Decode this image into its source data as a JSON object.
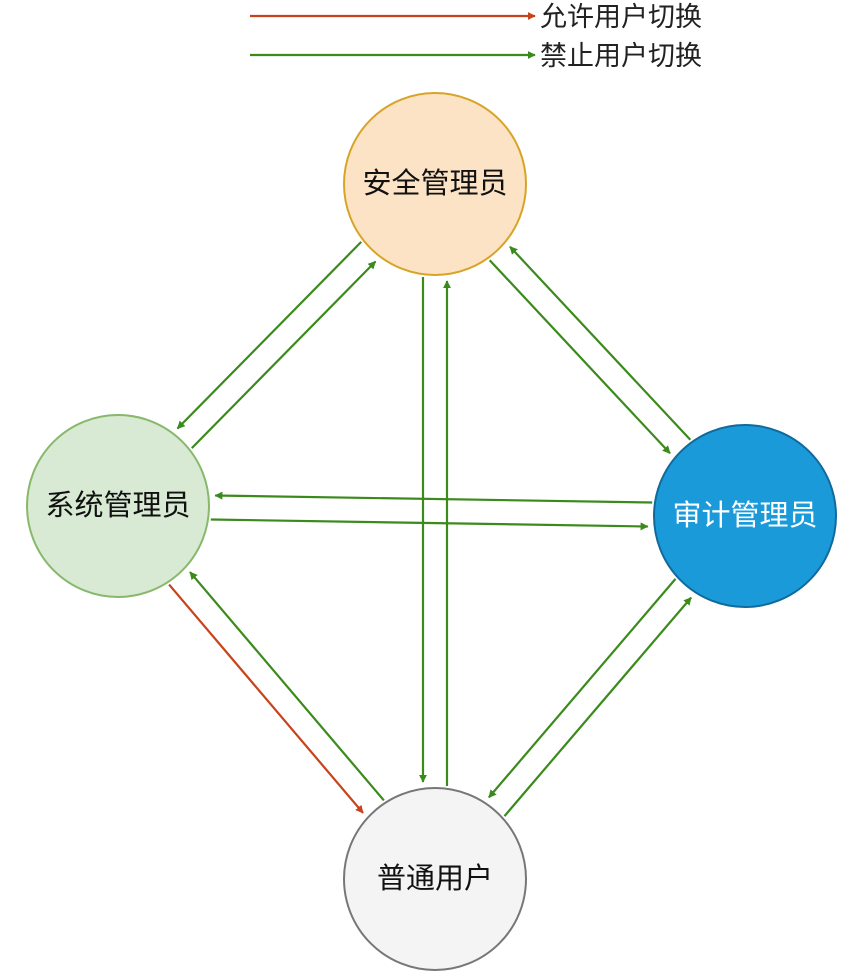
{
  "legend": {
    "allowed": {
      "label": "允许用户切换",
      "color": "#c8421a"
    },
    "forbidden": {
      "label": "禁止用户切换",
      "color": "#3b8a1c"
    }
  },
  "nodes": {
    "security_admin": {
      "label": "安全管理员",
      "fill": "#fde3c5",
      "stroke": "#d8a427",
      "text_color": "#111111"
    },
    "system_admin": {
      "label": "系统管理员",
      "fill": "#d8ead3",
      "stroke": "#87b86b",
      "text_color": "#111111"
    },
    "audit_admin": {
      "label": "审计管理员",
      "fill": "#1a9ad9",
      "stroke": "#116a9c",
      "text_color": "#ffffff"
    },
    "normal_user": {
      "label": "普通用户",
      "fill": "#f4f4f4",
      "stroke": "#777777",
      "text_color": "#111111"
    }
  },
  "edges": [
    {
      "from": "system_admin",
      "to": "security_admin",
      "type": "forbidden"
    },
    {
      "from": "security_admin",
      "to": "system_admin",
      "type": "forbidden"
    },
    {
      "from": "security_admin",
      "to": "audit_admin",
      "type": "forbidden"
    },
    {
      "from": "audit_admin",
      "to": "security_admin",
      "type": "forbidden"
    },
    {
      "from": "normal_user",
      "to": "security_admin",
      "type": "forbidden"
    },
    {
      "from": "security_admin",
      "to": "normal_user",
      "type": "forbidden"
    },
    {
      "from": "system_admin",
      "to": "audit_admin",
      "type": "forbidden"
    },
    {
      "from": "audit_admin",
      "to": "system_admin",
      "type": "forbidden"
    },
    {
      "from": "system_admin",
      "to": "normal_user",
      "type": "allowed"
    },
    {
      "from": "normal_user",
      "to": "system_admin",
      "type": "forbidden"
    },
    {
      "from": "normal_user",
      "to": "audit_admin",
      "type": "forbidden"
    },
    {
      "from": "audit_admin",
      "to": "normal_user",
      "type": "forbidden"
    }
  ]
}
